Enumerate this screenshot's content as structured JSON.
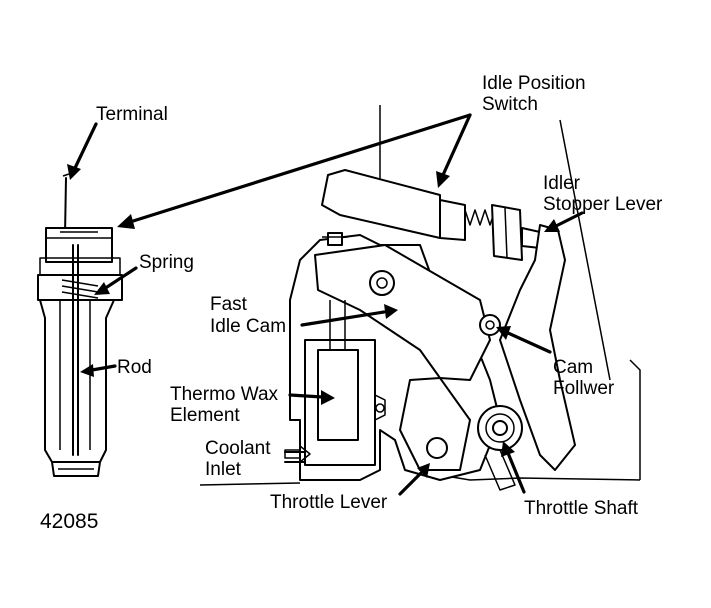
{
  "labels": {
    "terminal": "Terminal",
    "idle_position_switch_line1": "Idle Position",
    "idle_position_switch_line2": "Switch",
    "idler_stopper_lever_line1": "Idler",
    "idler_stopper_lever_line2": "Stopper Lever",
    "spring": "Spring",
    "fast_idle_cam_line1": "Fast",
    "fast_idle_cam_line2": "Idle Cam",
    "rod": "Rod",
    "cam_follower_line1": "Cam",
    "cam_follower_line2": "Follwer",
    "thermo_wax_element_line1": "Thermo Wax",
    "thermo_wax_element_line2": "Element",
    "coolant_inlet_line1": "Coolant",
    "coolant_inlet_line2": "Inlet",
    "throttle_lever": "Throttle Lever",
    "throttle_shaft": "Throttle Shaft"
  },
  "figure_number": "42085"
}
